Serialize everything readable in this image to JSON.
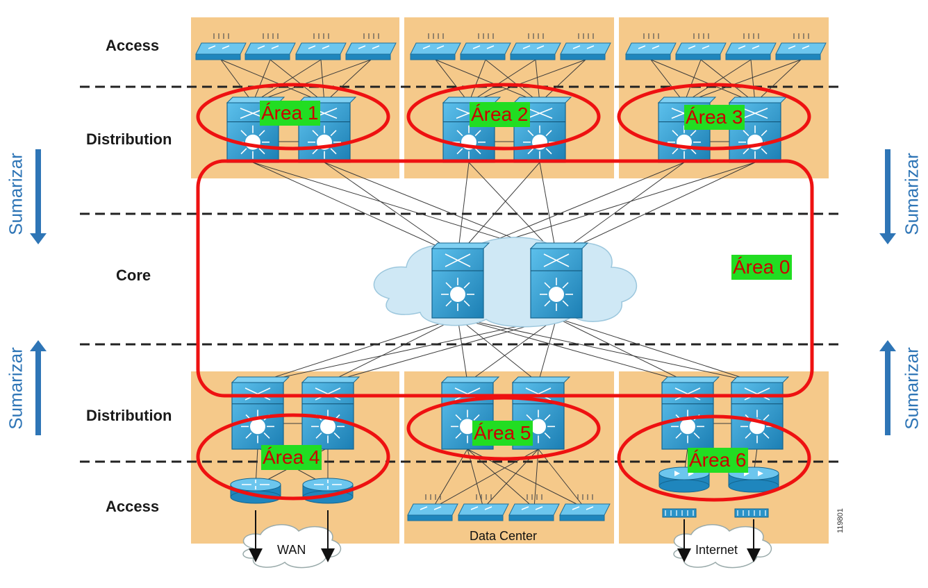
{
  "layers": {
    "access_top": "Access",
    "distribution_top": "Distribution",
    "core": "Core",
    "distribution_bottom": "Distribution",
    "access_bottom": "Access"
  },
  "areas": {
    "area1": "Área 1",
    "area2": "Área 2",
    "area3": "Área 3",
    "area0": "Área 0",
    "area4": "Área 4",
    "area5": "Área 5",
    "area6": "Área 6"
  },
  "summarize": {
    "top_left": "Sumarizar",
    "top_right": "Sumarizar",
    "bottom_left": "Sumarizar",
    "bottom_right": "Sumarizar"
  },
  "clouds": {
    "wan": "WAN",
    "datacenter": "Data Center",
    "internet": "Internet"
  },
  "figure_id": "119801",
  "colors": {
    "block_bg": "#f5c98a",
    "device": "#2f9bd0",
    "area_outline": "#ee1111",
    "area_label_bg": "#22dd22",
    "area_label_text": "#cc0000",
    "summarize": "#2e75b6",
    "core_cloud": "#cfe8f5"
  }
}
